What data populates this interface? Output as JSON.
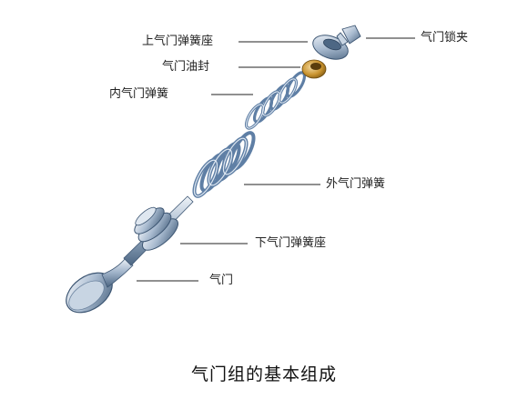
{
  "labels": {
    "upper_spring_seat": "上气门弹簧座",
    "valve_lock": "气门锁夹",
    "valve_oil_seal": "气门油封",
    "inner_valve_spring": "内气门弹簧",
    "outer_valve_spring": "外气门弹簧",
    "lower_spring_seat": "下气门弹簧座",
    "valve": "气门"
  },
  "caption": "气门组的基本组成",
  "colors": {
    "metal_light": "#e8eef5",
    "metal_mid": "#9fb2c8",
    "metal_dark": "#3d5673",
    "spring": "#5f7fa5",
    "seal": "#c9932e",
    "line": "#222222"
  }
}
